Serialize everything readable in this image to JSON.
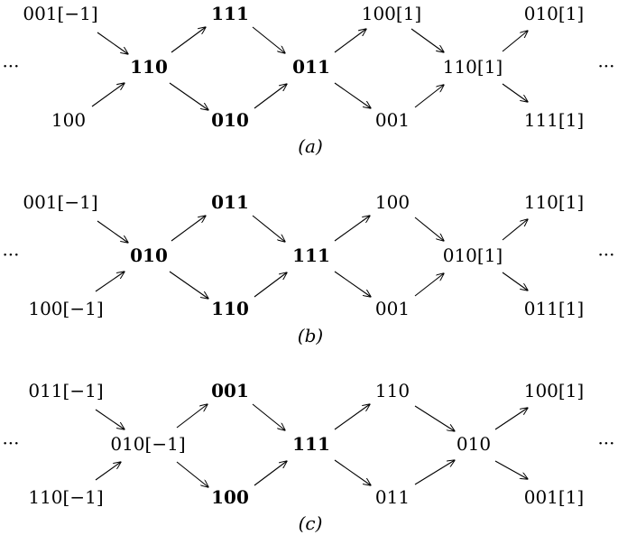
{
  "ellipsis": "···",
  "diagrams": [
    {
      "caption": "(a)",
      "nodes": [
        {
          "id": "a1",
          "label": "001[−1]",
          "bold": false
        },
        {
          "id": "a2",
          "label": "100",
          "bold": false
        },
        {
          "id": "a3",
          "label": "110",
          "bold": true
        },
        {
          "id": "a4",
          "label": "111",
          "bold": true
        },
        {
          "id": "a5",
          "label": "010",
          "bold": true
        },
        {
          "id": "a6",
          "label": "011",
          "bold": true
        },
        {
          "id": "a7",
          "label": "100[1]",
          "bold": false
        },
        {
          "id": "a8",
          "label": "001",
          "bold": false
        },
        {
          "id": "a9",
          "label": "110[1]",
          "bold": false
        },
        {
          "id": "a10",
          "label": "010[1]",
          "bold": false
        },
        {
          "id": "a11",
          "label": "111[1]",
          "bold": false
        }
      ]
    },
    {
      "caption": "(b)",
      "nodes": [
        {
          "id": "b1",
          "label": "001[−1]",
          "bold": false
        },
        {
          "id": "b2",
          "label": "100[−1]",
          "bold": false
        },
        {
          "id": "b3",
          "label": "010",
          "bold": true
        },
        {
          "id": "b4",
          "label": "011",
          "bold": true
        },
        {
          "id": "b5",
          "label": "110",
          "bold": true
        },
        {
          "id": "b6",
          "label": "111",
          "bold": true
        },
        {
          "id": "b7",
          "label": "100",
          "bold": false
        },
        {
          "id": "b8",
          "label": "001",
          "bold": false
        },
        {
          "id": "b9",
          "label": "010[1]",
          "bold": false
        },
        {
          "id": "b10",
          "label": "110[1]",
          "bold": false
        },
        {
          "id": "b11",
          "label": "011[1]",
          "bold": false
        }
      ]
    },
    {
      "caption": "(c)",
      "nodes": [
        {
          "id": "c1",
          "label": "011[−1]",
          "bold": false
        },
        {
          "id": "c2",
          "label": "110[−1]",
          "bold": false
        },
        {
          "id": "c3",
          "label": "010[−1]",
          "bold": false
        },
        {
          "id": "c4",
          "label": "001",
          "bold": true
        },
        {
          "id": "c5",
          "label": "100",
          "bold": true
        },
        {
          "id": "c6",
          "label": "111",
          "bold": true
        },
        {
          "id": "c7",
          "label": "110",
          "bold": false
        },
        {
          "id": "c8",
          "label": "011",
          "bold": false
        },
        {
          "id": "c9",
          "label": "010",
          "bold": false
        },
        {
          "id": "c10",
          "label": "100[1]",
          "bold": false
        },
        {
          "id": "c11",
          "label": "001[1]",
          "bold": false
        }
      ]
    }
  ]
}
